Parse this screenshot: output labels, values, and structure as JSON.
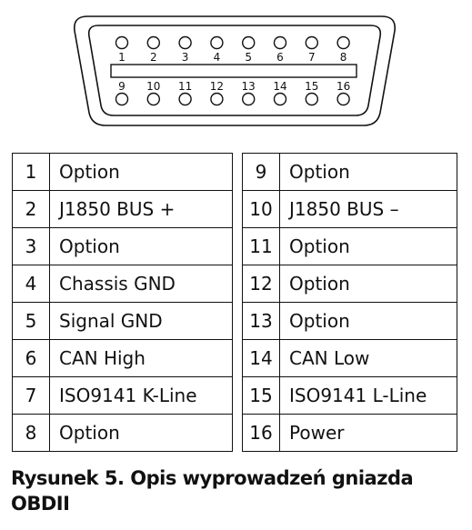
{
  "connector": {
    "top_row_pins": [
      "1",
      "2",
      "3",
      "4",
      "5",
      "6",
      "7",
      "8"
    ],
    "bottom_row_pins": [
      "9",
      "10",
      "11",
      "12",
      "13",
      "14",
      "15",
      "16"
    ]
  },
  "pins_left": [
    {
      "number": "1",
      "signal": "Option"
    },
    {
      "number": "2",
      "signal": "J1850 BUS +"
    },
    {
      "number": "3",
      "signal": "Option"
    },
    {
      "number": "4",
      "signal": "Chassis GND"
    },
    {
      "number": "5",
      "signal": "Signal GND"
    },
    {
      "number": "6",
      "signal": "CAN High"
    },
    {
      "number": "7",
      "signal": "ISO9141 K-Line"
    },
    {
      "number": "8",
      "signal": "Option"
    }
  ],
  "pins_right": [
    {
      "number": "9",
      "signal": "Option"
    },
    {
      "number": "10",
      "signal": "J1850 BUS –"
    },
    {
      "number": "11",
      "signal": "Option"
    },
    {
      "number": "12",
      "signal": "Option"
    },
    {
      "number": "13",
      "signal": "Option"
    },
    {
      "number": "14",
      "signal": "CAN Low"
    },
    {
      "number": "15",
      "signal": "ISO9141 L-Line"
    },
    {
      "number": "16",
      "signal": "Power"
    }
  ],
  "caption": {
    "line1": "Rysunek 5. Opis wyprowadzeń gniazda",
    "line2": "OBDII"
  }
}
